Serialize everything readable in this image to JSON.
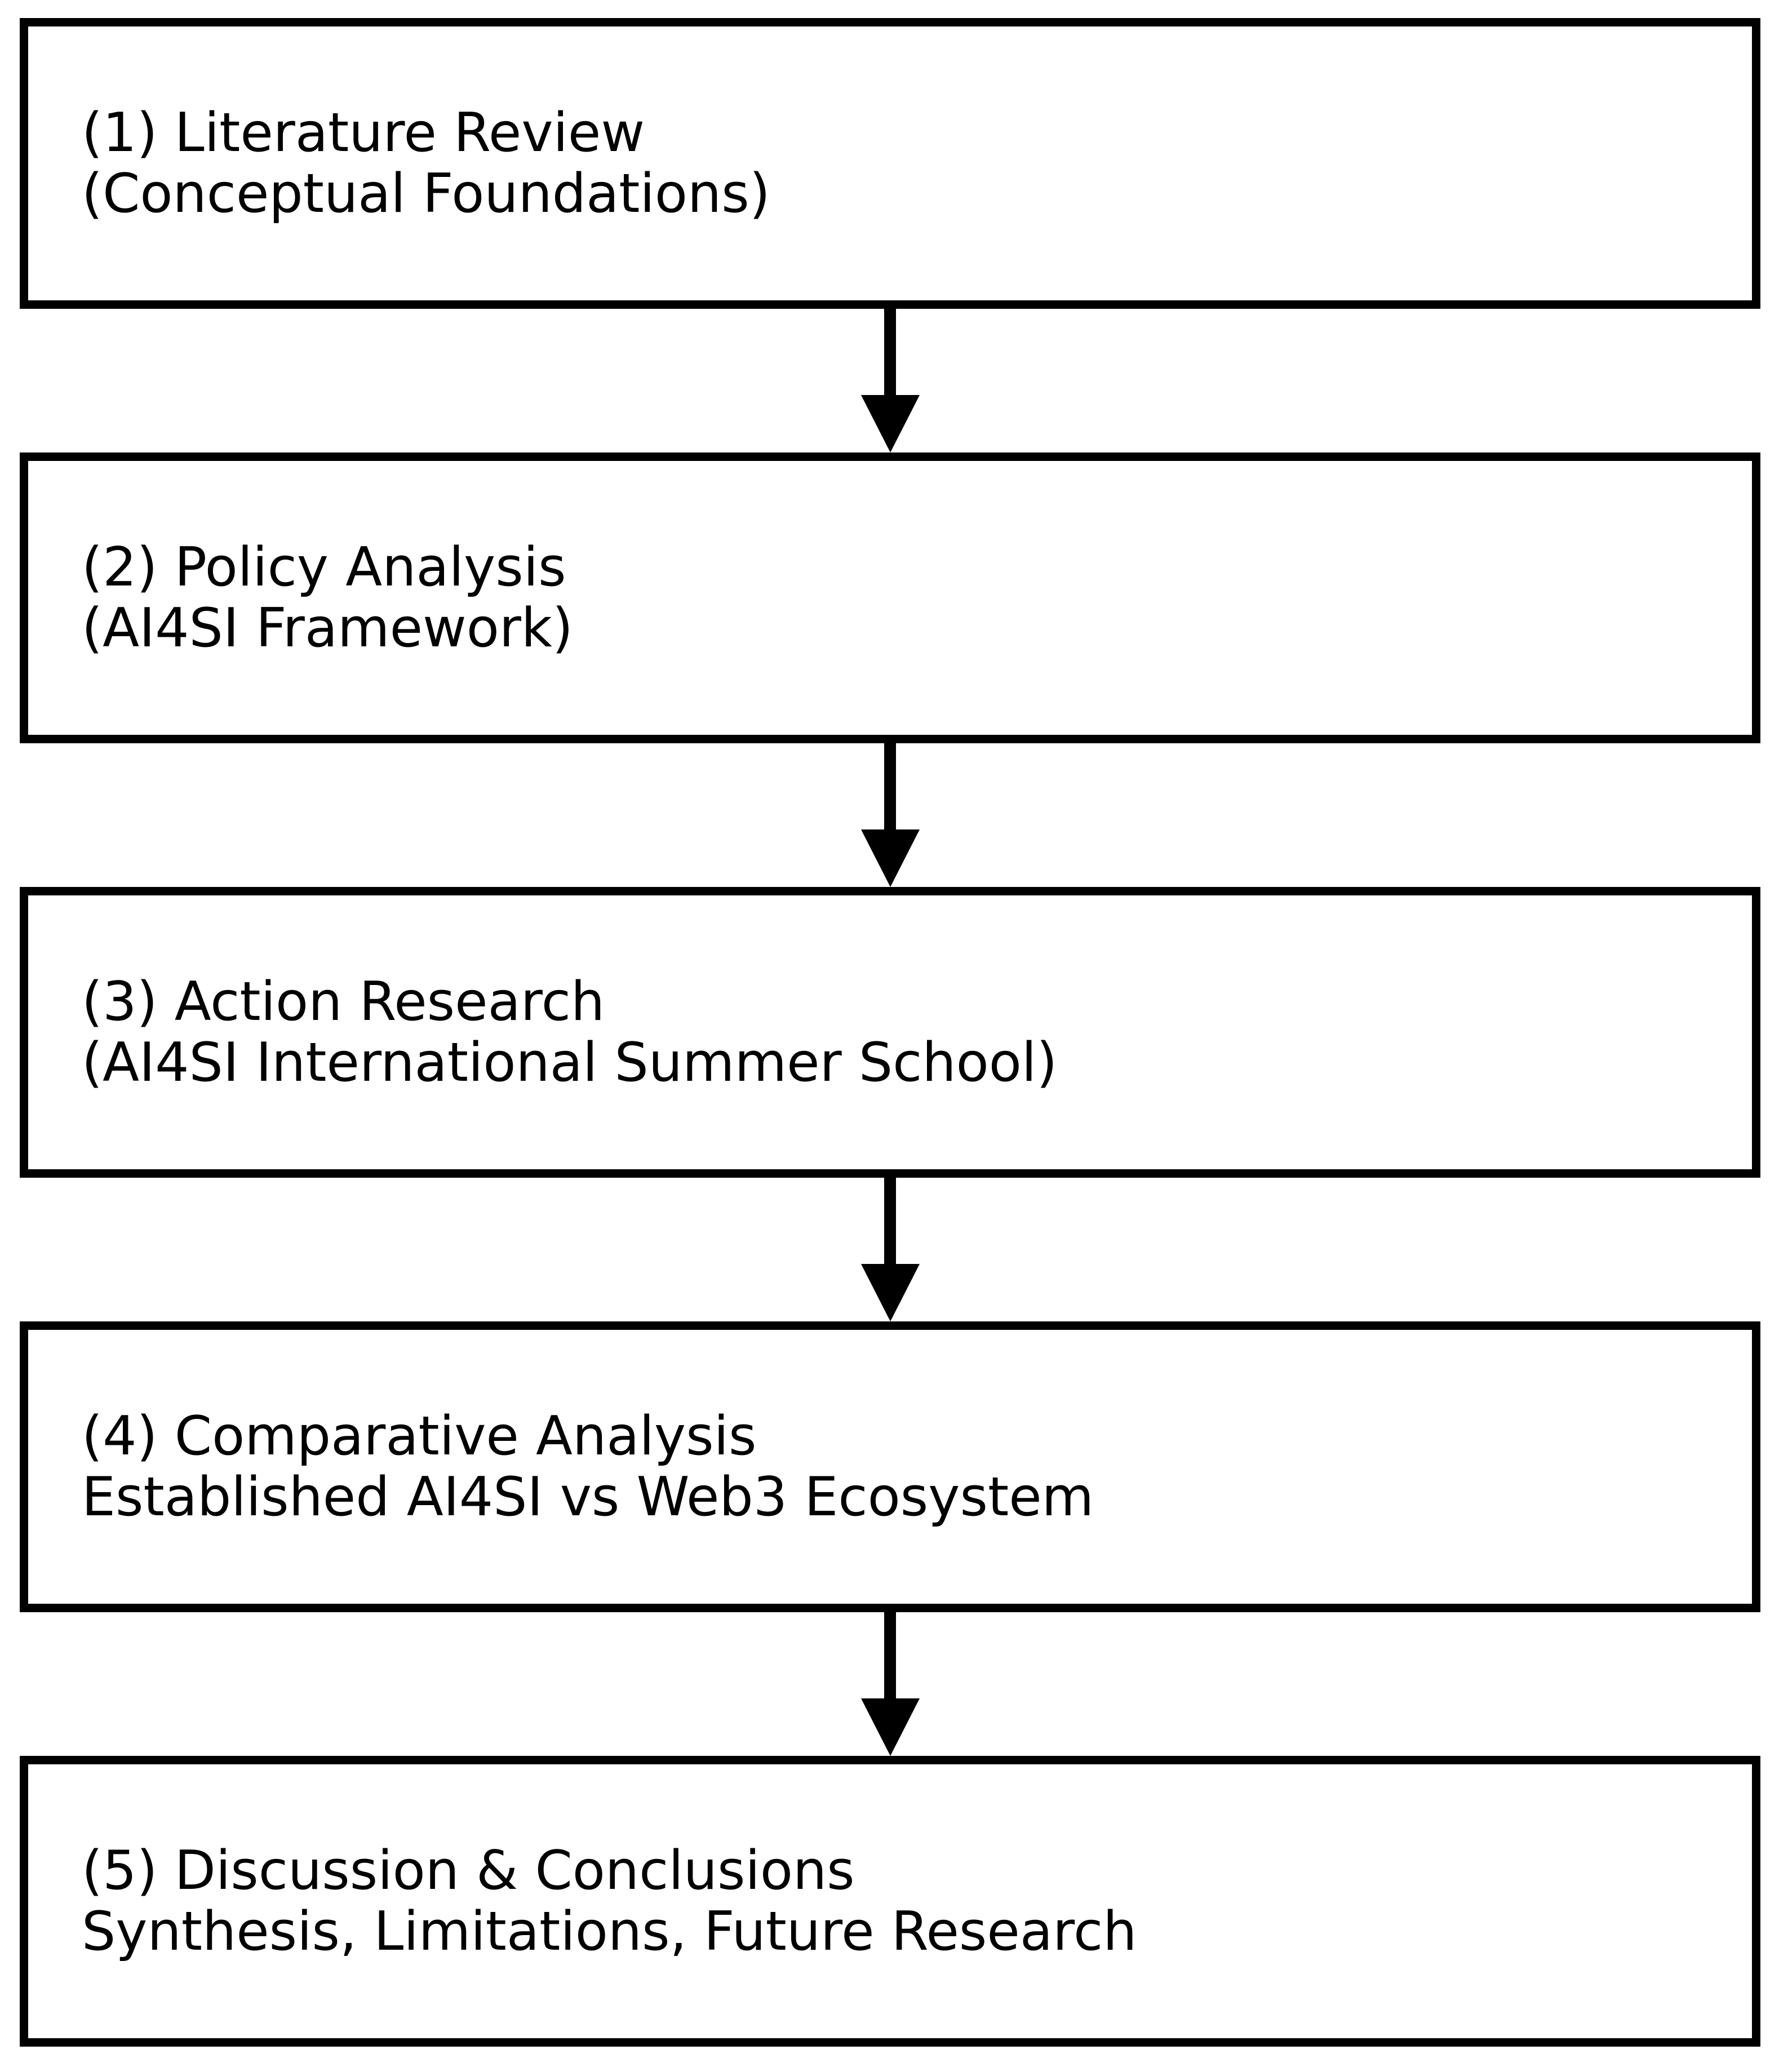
{
  "diagram": {
    "type": "flowchart",
    "direction": "top-down",
    "colors": {
      "background": "#ffffff",
      "box_fill": "#ffffff",
      "box_border": "#000000",
      "text": "#000000",
      "arrow": "#000000"
    },
    "steps": [
      {
        "line1": "(1) Literature Review",
        "line2": "(Conceptual Foundations)"
      },
      {
        "line1": "(2) Policy Analysis",
        "line2": "(AI4SI Framework)"
      },
      {
        "line1": "(3) Action Research",
        "line2": "(AI4SI International Summer School)"
      },
      {
        "line1": "(4) Comparative Analysis",
        "line2": "Established AI4SI vs Web3 Ecosystem"
      },
      {
        "line1": "(5) Discussion & Conclusions",
        "line2": "Synthesis, Limitations, Future Research"
      }
    ],
    "connector": "arrow-down"
  }
}
